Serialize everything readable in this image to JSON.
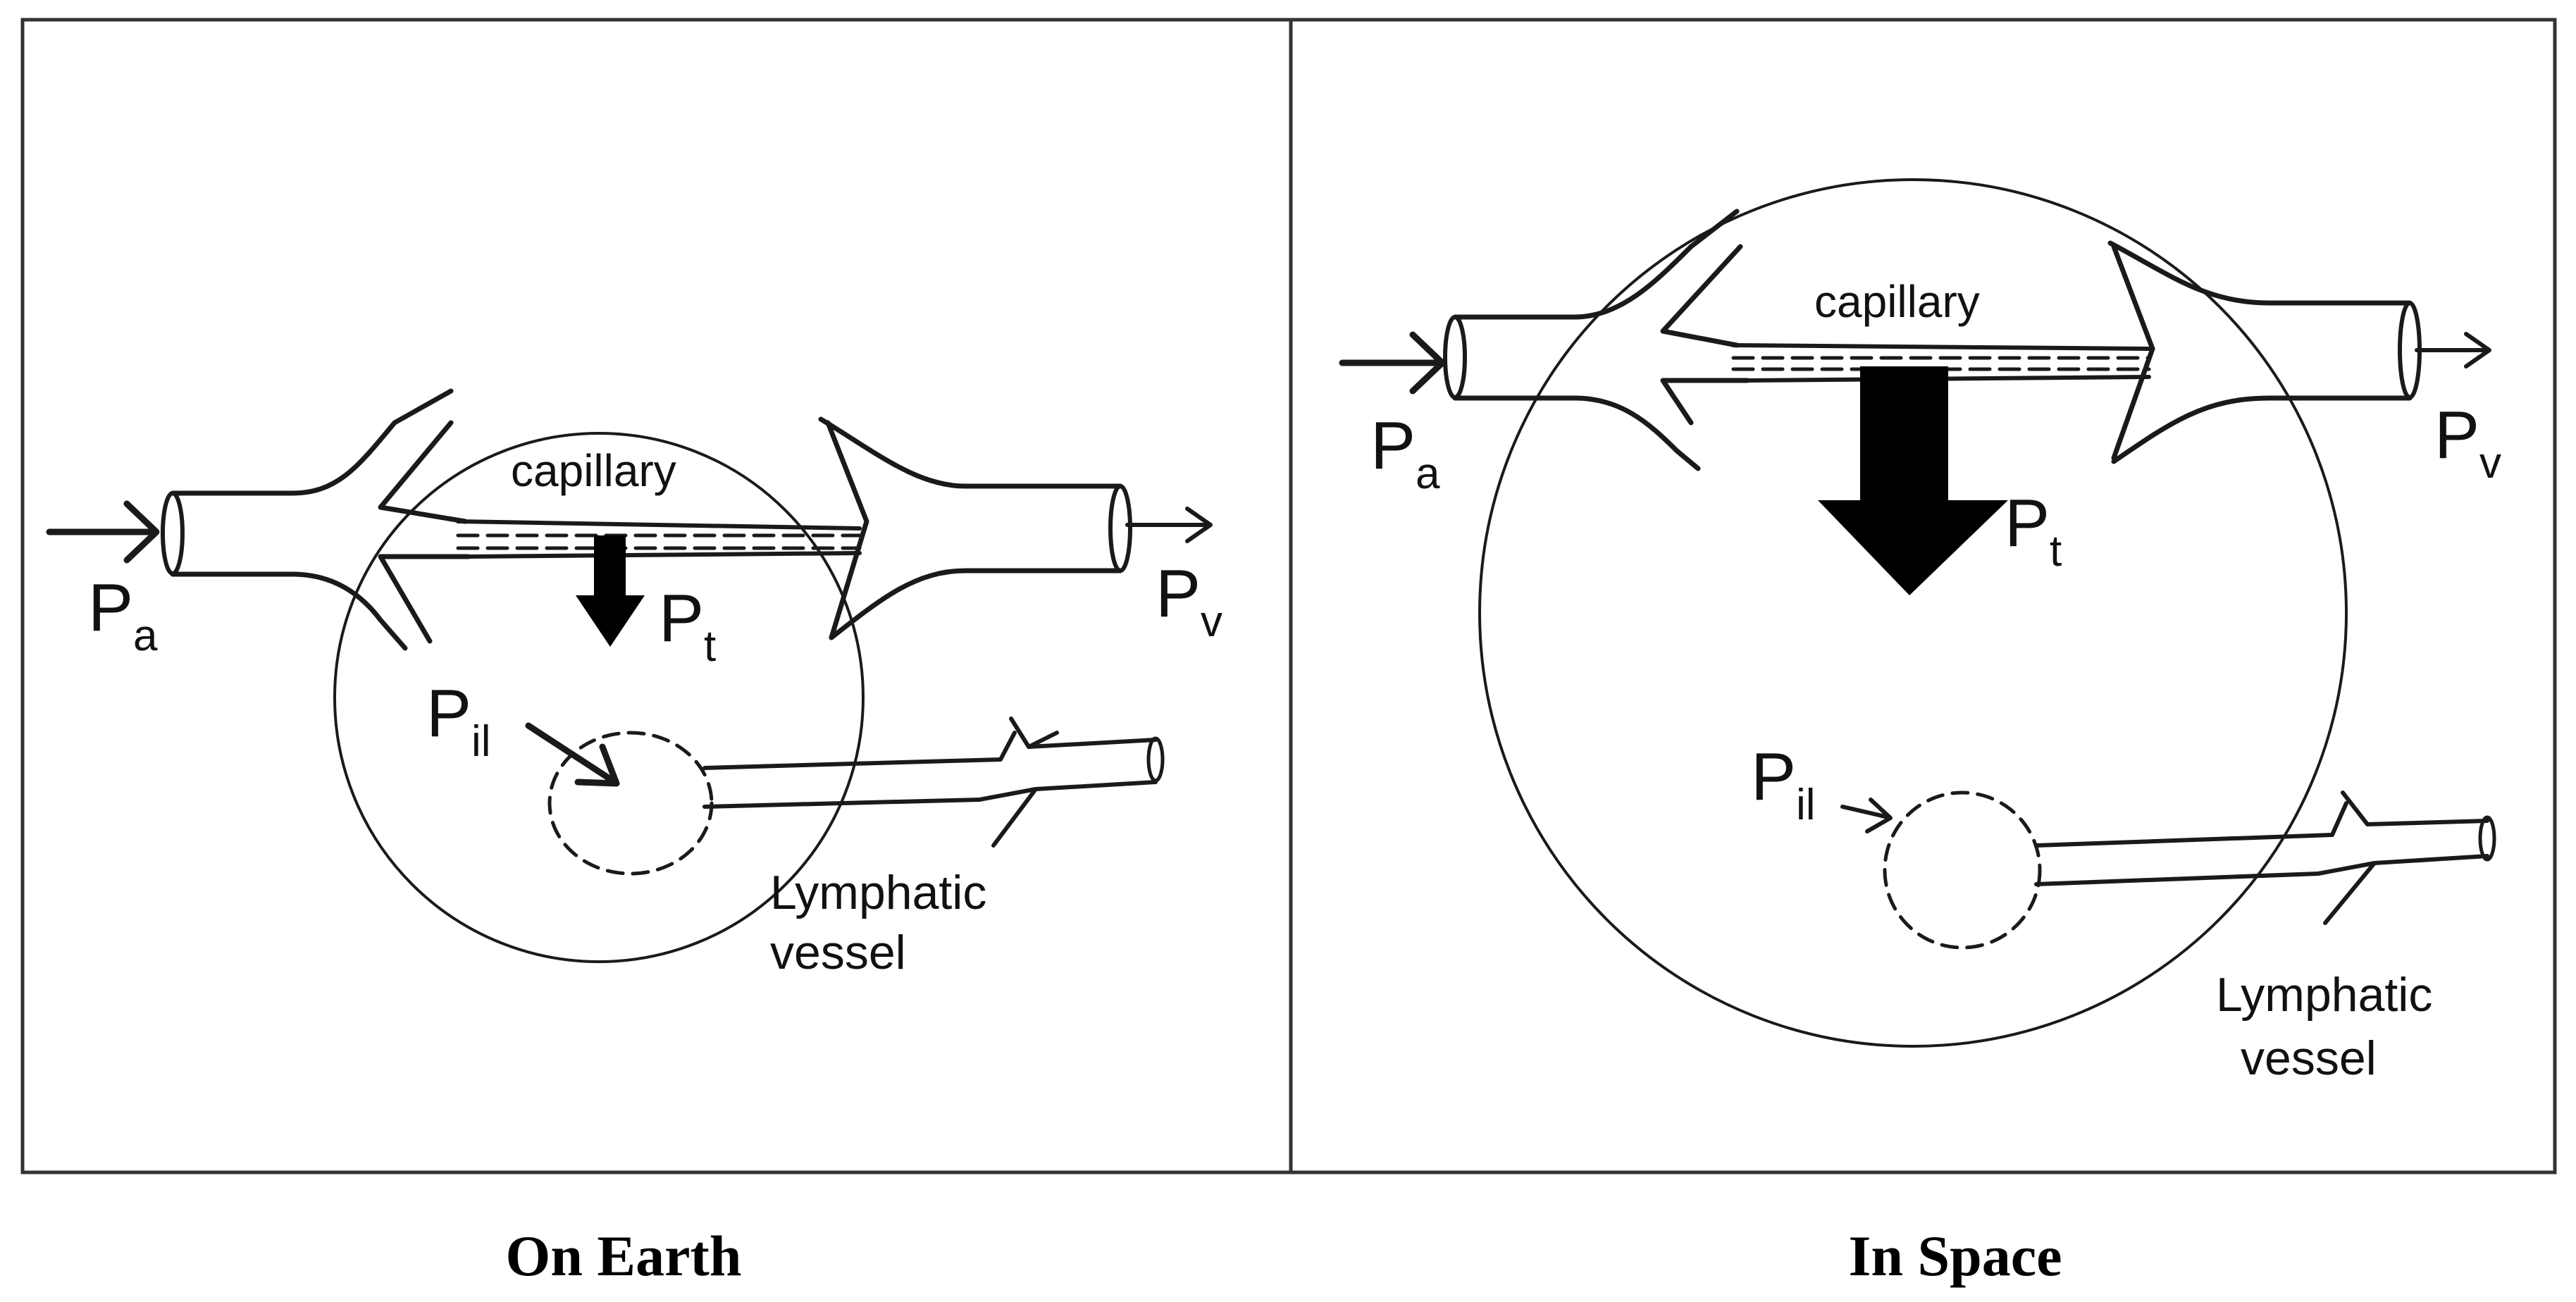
{
  "panels": [
    {
      "caption": "On Earth",
      "labels": {
        "capillary": "capillary",
        "pa": "P",
        "pa_sub": "a",
        "pv": "P",
        "pv_sub": "v",
        "pt": "P",
        "pt_sub": "t",
        "pil": "P",
        "pil_sub": "il",
        "lymph_line1": "Lymphatic",
        "lymph_line2": "vessel"
      }
    },
    {
      "caption": "In Space",
      "labels": {
        "capillary": "capillary",
        "pa": "P",
        "pa_sub": "a",
        "pv": "P",
        "pv_sub": "v",
        "pt": "P",
        "pt_sub": "t",
        "pil": "P",
        "pil_sub": "il",
        "lymph_line1": "Lymphatic",
        "lymph_line2": "vessel"
      }
    }
  ],
  "colors": {
    "line": "#1a1a1a",
    "background": "#ffffff",
    "arrow_fill": "#000000"
  }
}
